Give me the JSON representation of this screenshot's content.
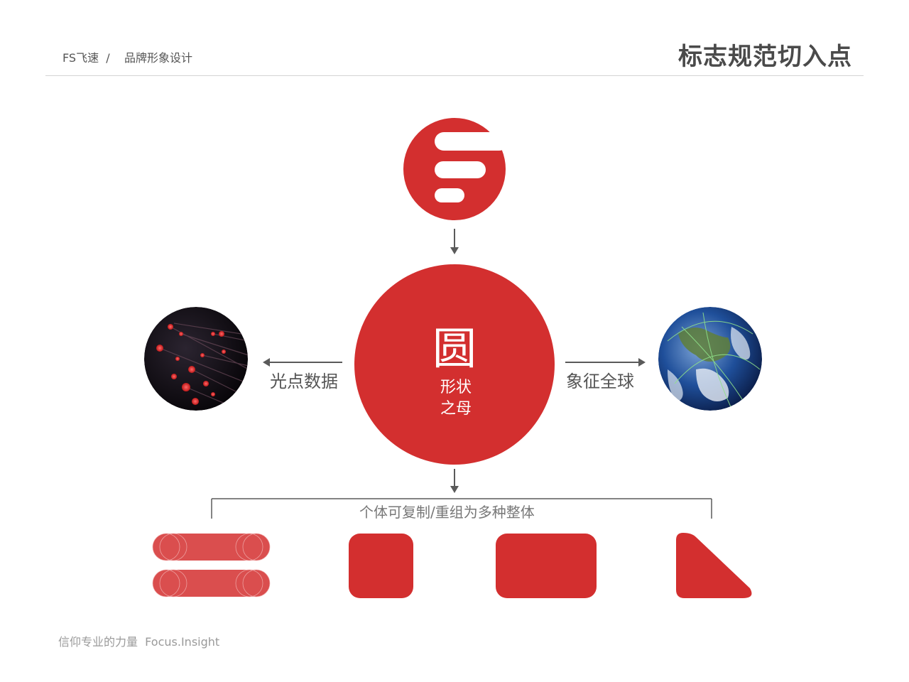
{
  "header": {
    "breadcrumb": "FS飞速  /    品牌形象设计",
    "title": "标志规范切入点"
  },
  "diagram": {
    "center": {
      "char": "圆",
      "sub_line1": "形状",
      "sub_line2": "之母"
    },
    "left_label": "光点数据",
    "right_label": "象征全球",
    "bottom_label": "个体可复制/重组为多种整体"
  },
  "footer": {
    "text": "信仰专业的力量  Focus.Insight"
  },
  "colors": {
    "brand_red": "#d32f2f",
    "text_gray": "#555555",
    "line_gray": "#5a5a5a"
  }
}
